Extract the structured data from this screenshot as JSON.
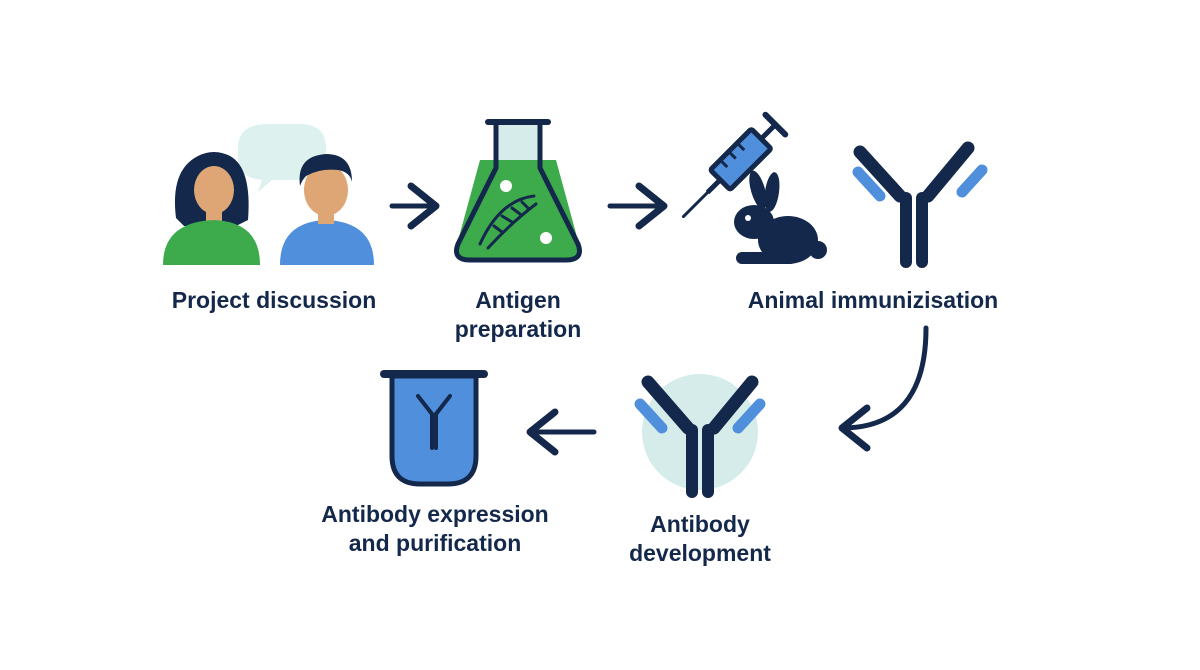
{
  "steps": [
    {
      "id": "project-discussion",
      "lines": [
        "Project discussion"
      ]
    },
    {
      "id": "antigen-preparation",
      "lines": [
        "Antigen",
        "preparation"
      ]
    },
    {
      "id": "animal-immunization",
      "lines": [
        "Animal immunizisation"
      ]
    },
    {
      "id": "antibody-development",
      "lines": [
        "Antibody",
        "development"
      ]
    },
    {
      "id": "antibody-expression",
      "lines": [
        "Antibody expression",
        "and purification"
      ]
    }
  ],
  "icons": {
    "discussion": "people-talking-icon",
    "flask": "flask-dna-icon",
    "syringe": "syringe-icon",
    "rabbit": "rabbit-icon",
    "antibody": "antibody-icon",
    "cup": "purification-vessel-icon"
  },
  "colors": {
    "navy": "#14284b",
    "green": "#3daa4c",
    "blue": "#4f8fdc",
    "skin": "#dda674",
    "light_teal": "#d6eceb",
    "pale_mint": "#ddf2ef"
  }
}
